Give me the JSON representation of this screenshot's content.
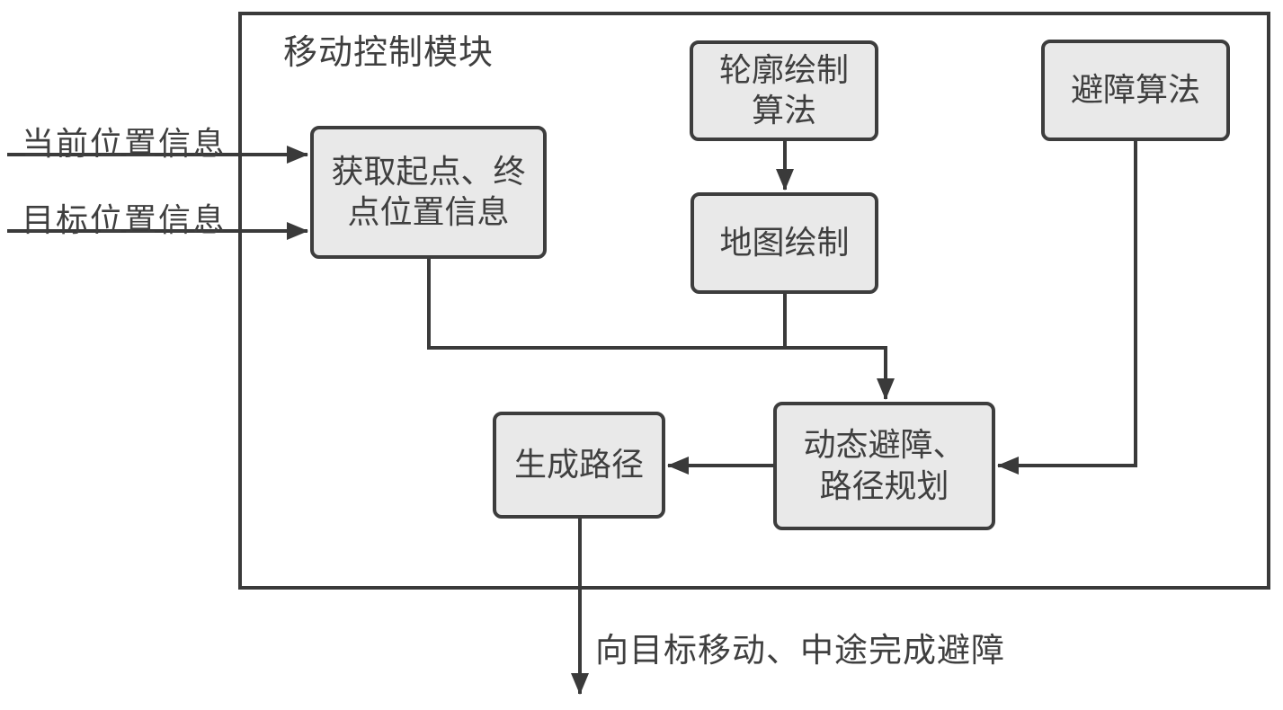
{
  "diagram": {
    "module_title": "移动控制模块",
    "inputs": [
      {
        "label": "当前位置信息"
      },
      {
        "label": "目标位置信息"
      }
    ],
    "nodes": {
      "get_position": {
        "lines": [
          "获取起点、终",
          "点位置信息"
        ]
      },
      "contour_algo": {
        "lines": [
          "轮廓绘制",
          "算法"
        ]
      },
      "map_draw": {
        "lines": [
          "地图绘制"
        ]
      },
      "avoid_algo": {
        "lines": [
          "避障算法"
        ]
      },
      "dynamic_avoid": {
        "lines": [
          "动态避障、",
          "路径规划"
        ]
      },
      "gen_path": {
        "lines": [
          "生成路径"
        ]
      }
    },
    "output_label": "向目标移动、中途完成避障",
    "colors": {
      "line": "#3a3a3a",
      "box_fill": "#e9e9e9",
      "box_border": "#3d3d3d",
      "text": "#3f3f3f",
      "background": "#ffffff"
    }
  }
}
